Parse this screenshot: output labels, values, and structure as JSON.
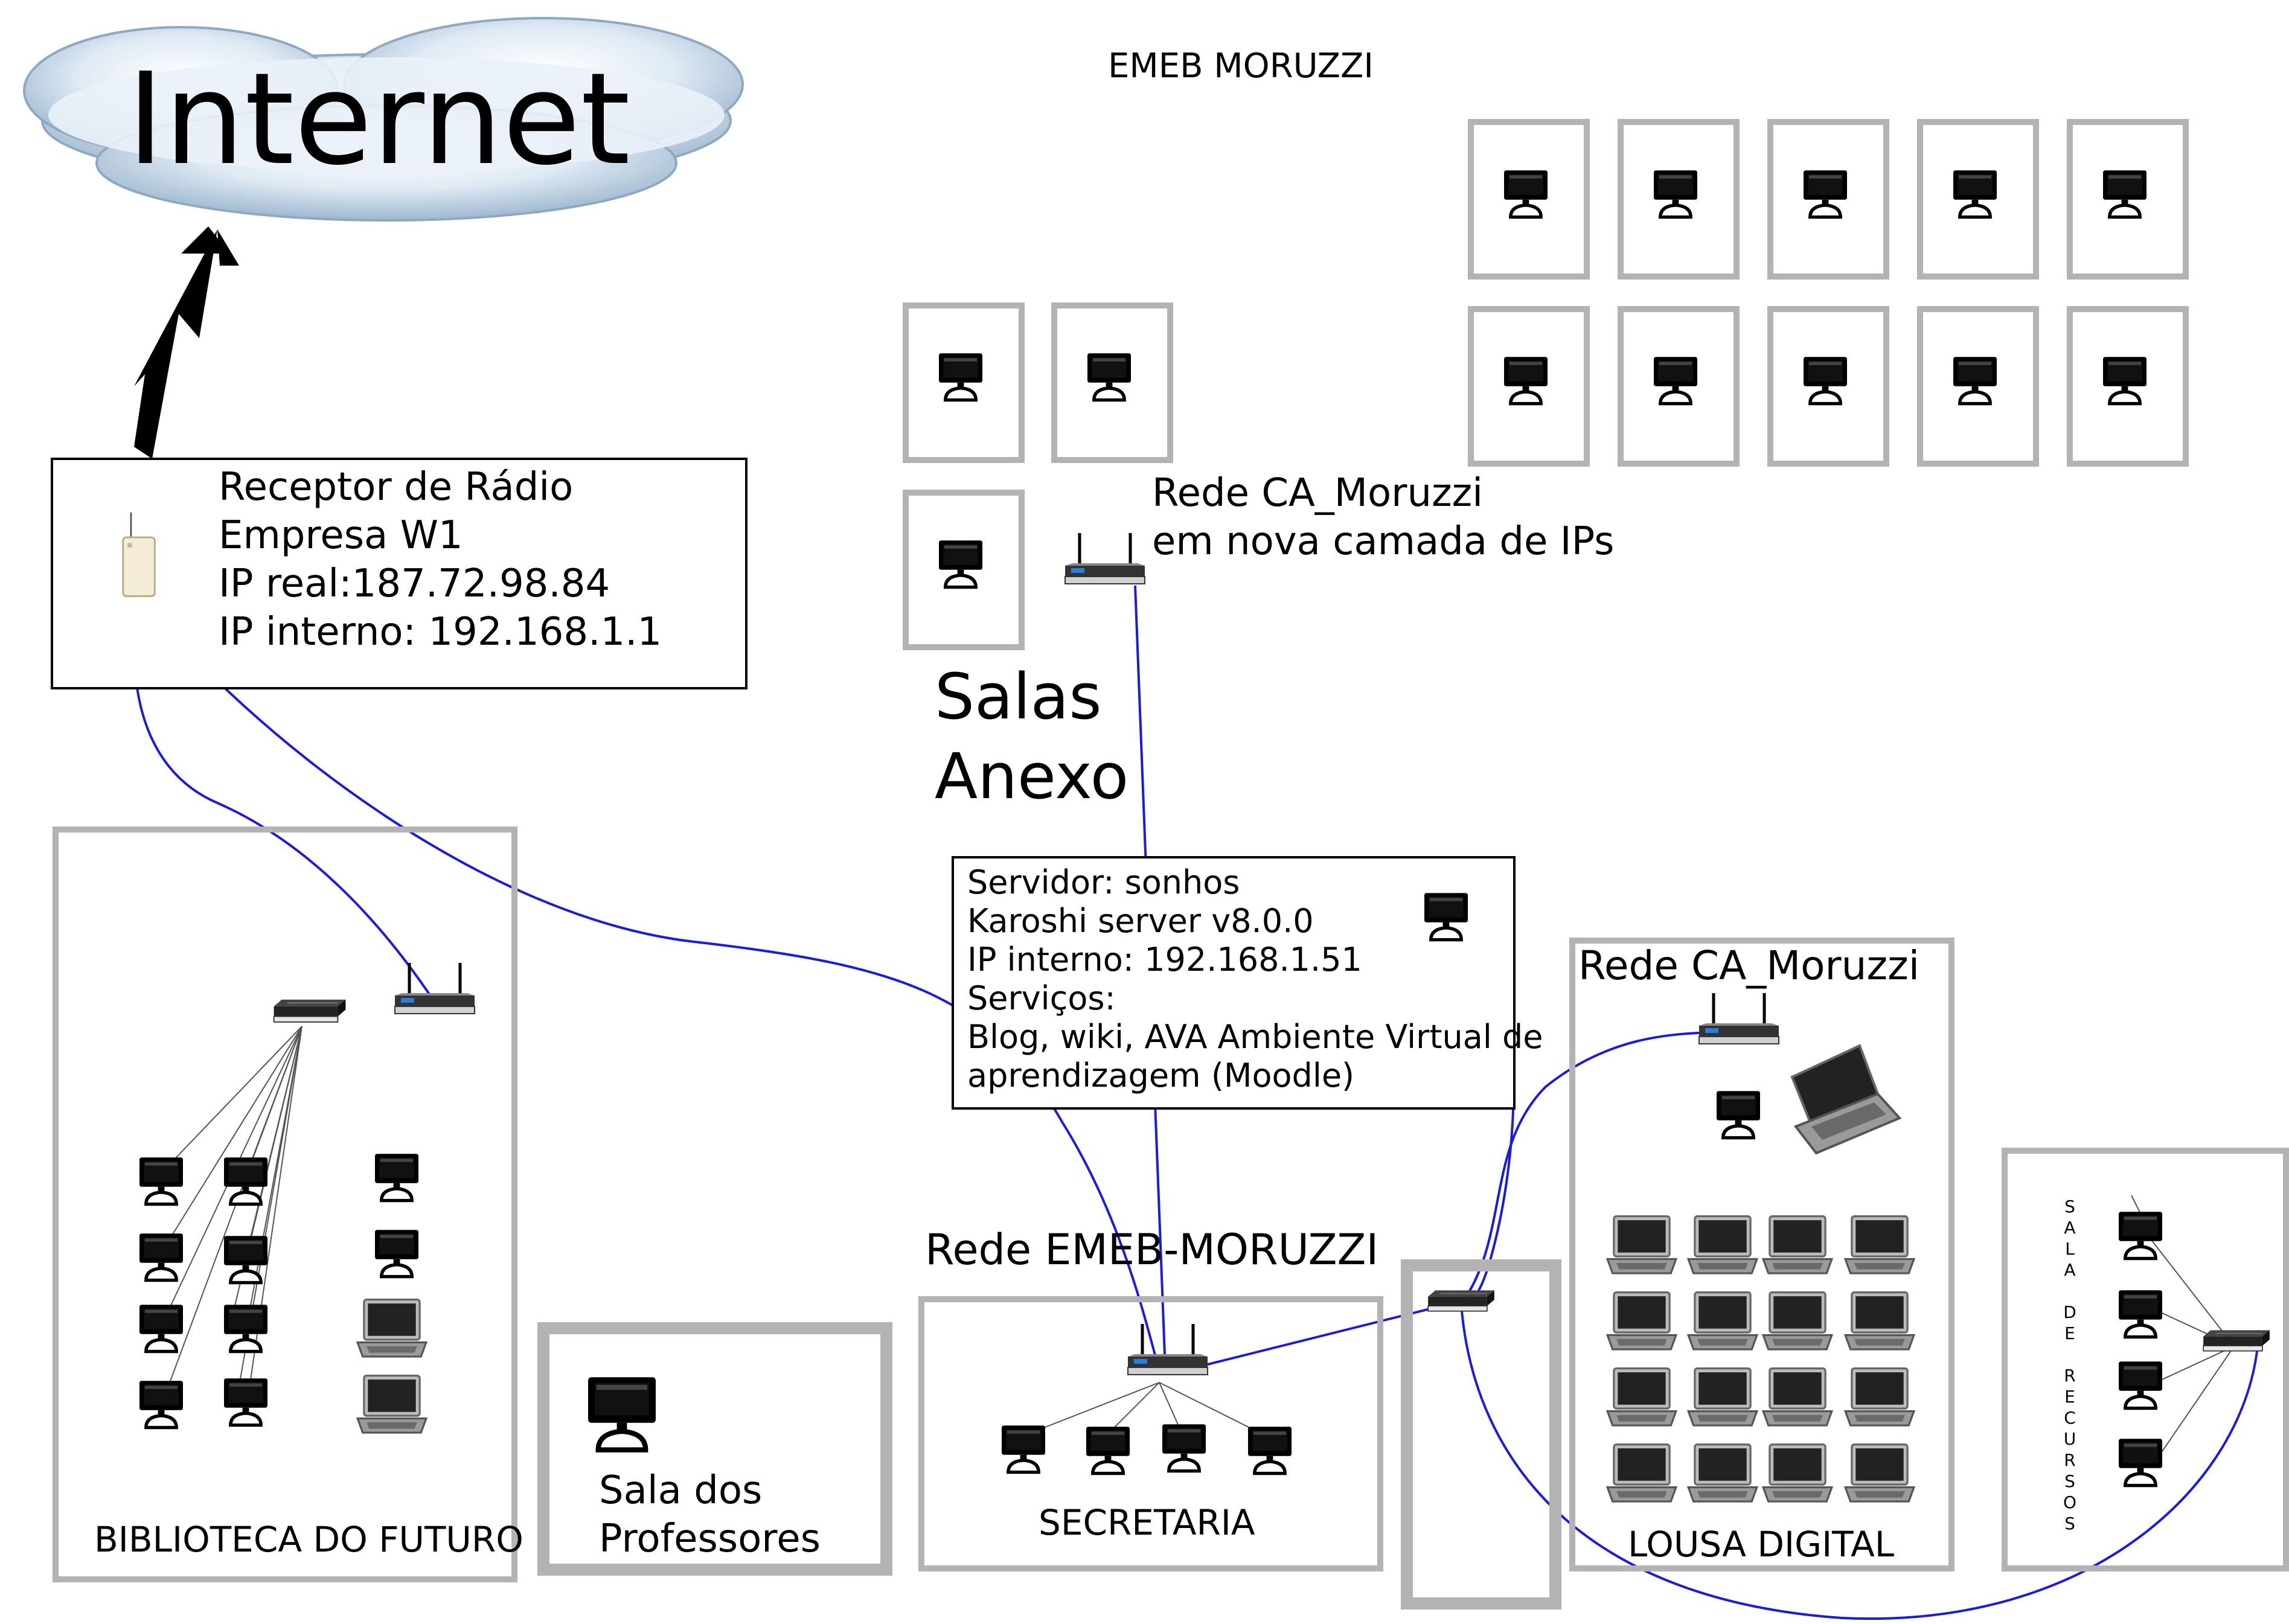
{
  "title": "EMEB MORUZZI",
  "cloud_label": "Internet",
  "receptor": {
    "lines": [
      "Receptor de Rádio",
      "Empresa W1",
      "IP real:187.72.98.84",
      "IP interno: 192.168.1.1"
    ]
  },
  "anexo": {
    "wifi_label_lines": [
      "Rede CA_Moruzzi",
      "em nova camada de IPs"
    ],
    "area_label_lines": [
      "Salas",
      "Anexo"
    ]
  },
  "servidor": {
    "lines": [
      "Servidor: sonhos",
      "Karoshi server v8.0.0",
      "IP interno: 192.168.1.51",
      "Serviços:",
      "Blog, wiki, AVA Ambiente Virtual de",
      "aprendizagem (Moodle)"
    ]
  },
  "rooms": {
    "biblioteca": "BIBLIOTECA DO FUTURO",
    "professores_lines": [
      "Sala dos",
      "Professores"
    ],
    "secretaria": "SECRETARIA",
    "rede_emeb": "Rede EMEB-MORUZZI",
    "lousa_network": "Rede CA_Moruzzi",
    "lousa": "LOUSA DIGITAL",
    "recursos_letters": [
      "S",
      "A",
      "L",
      "A",
      "",
      "D",
      "E",
      "",
      "R",
      "E",
      "C",
      "U",
      "R",
      "S",
      "O",
      "S"
    ]
  },
  "colors": {
    "cable": "#1a1ae0",
    "room_border": "#b3b3b3",
    "box_border": "#000000"
  }
}
